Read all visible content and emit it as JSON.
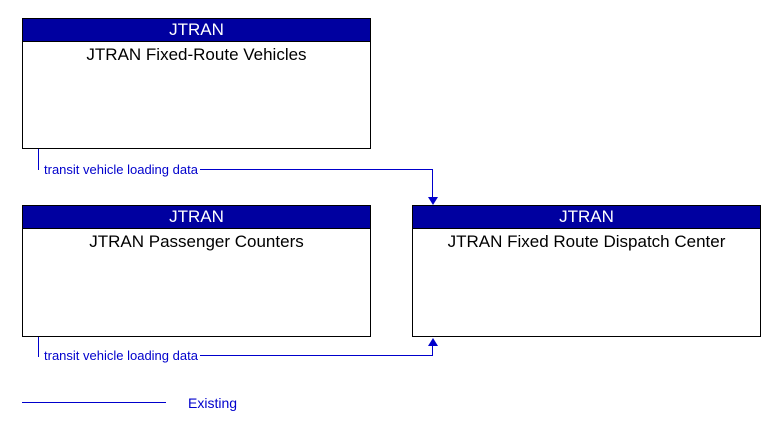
{
  "diagram": {
    "boxes": [
      {
        "header": "JTRAN",
        "title": "JTRAN Fixed-Route Vehicles"
      },
      {
        "header": "JTRAN",
        "title": "JTRAN Passenger Counters"
      },
      {
        "header": "JTRAN",
        "title": "JTRAN Fixed Route Dispatch Center"
      }
    ],
    "flows": [
      {
        "label": "transit vehicle loading data",
        "from": "JTRAN Fixed-Route Vehicles",
        "to": "JTRAN Fixed Route Dispatch Center",
        "status": "existing"
      },
      {
        "label": "transit vehicle loading data",
        "from": "JTRAN Passenger Counters",
        "to": "JTRAN Fixed Route Dispatch Center",
        "status": "existing"
      }
    ],
    "legend": {
      "label": "Existing"
    },
    "colors": {
      "header_bg": "#0000A0",
      "header_text": "#FFFFFF",
      "flow": "#0000CC",
      "box_border": "#000000"
    }
  }
}
